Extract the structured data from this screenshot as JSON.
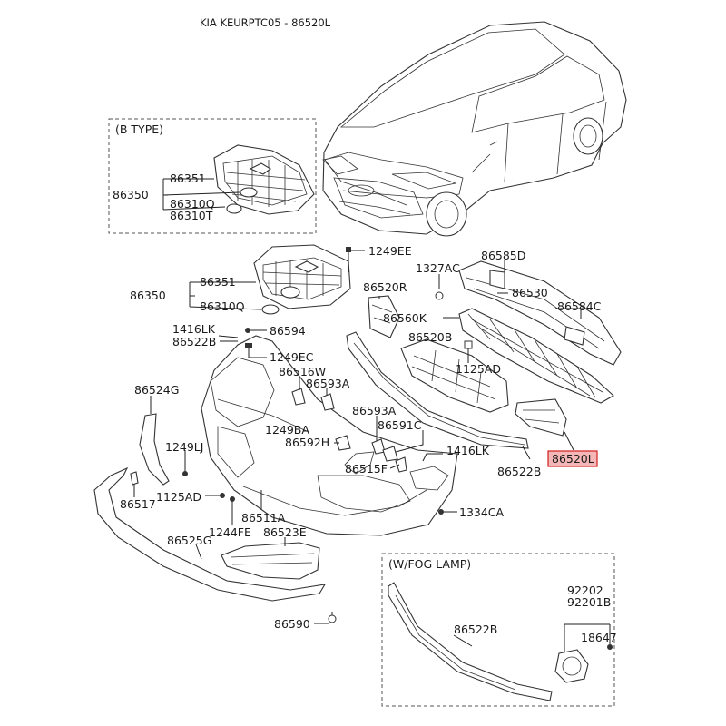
{
  "title": "KIA KEURPTC05 - 86520L",
  "highlight_color": "#f4b6b6",
  "highlight_border": "#d12020",
  "boxes": {
    "b_type": "(B TYPE)",
    "fog_lamp": "(W/FOG LAMP)"
  },
  "labels": {
    "l86351_b": "86351",
    "l86350_b": "86350",
    "l86310Q_b": "86310Q",
    "l86310T_b": "86310T",
    "l1249EE": "1249EE",
    "l1327AC": "1327AC",
    "l86585D": "86585D",
    "l86520R": "86520R",
    "l86530": "86530",
    "l86351": "86351",
    "l86350": "86350",
    "l86310Q": "86310Q",
    "l86584C": "86584C",
    "l86560K": "86560K",
    "l1416LK_a": "1416LK",
    "l86522B_a": "86522B",
    "l86594": "86594",
    "l86520B": "86520B",
    "l1249EC": "1249EC",
    "l1125AD_a": "1125AD",
    "l86516W": "86516W",
    "l86593A_a": "86593A",
    "l86524G": "86524G",
    "l86593A_b": "86593A",
    "l1249BA": "1249BA",
    "l86591C": "86591C",
    "l86592H": "86592H",
    "l86520L": "86520L",
    "l1249LJ": "1249LJ",
    "l1416LK_b": "1416LK",
    "l86515F": "86515F",
    "l86522B_b": "86522B",
    "l86517": "86517",
    "l1125AD_b": "1125AD",
    "l1334CA": "1334CA",
    "l86511A": "86511A",
    "l1244FE": "1244FE",
    "l86523E": "86523E",
    "l86525G": "86525G",
    "l92202": "92202",
    "l92201B": "92201B",
    "l86522B_c": "86522B",
    "l18647": "18647",
    "l86590": "86590"
  }
}
